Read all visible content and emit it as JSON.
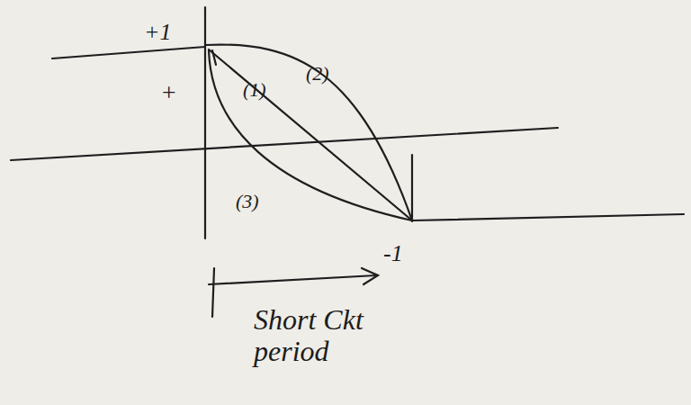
{
  "diagram": {
    "labels": [
      "+1",
      "+",
      "(1)",
      "(2)",
      "(3)",
      "-1",
      "Short Ckt period"
    ]
  }
}
